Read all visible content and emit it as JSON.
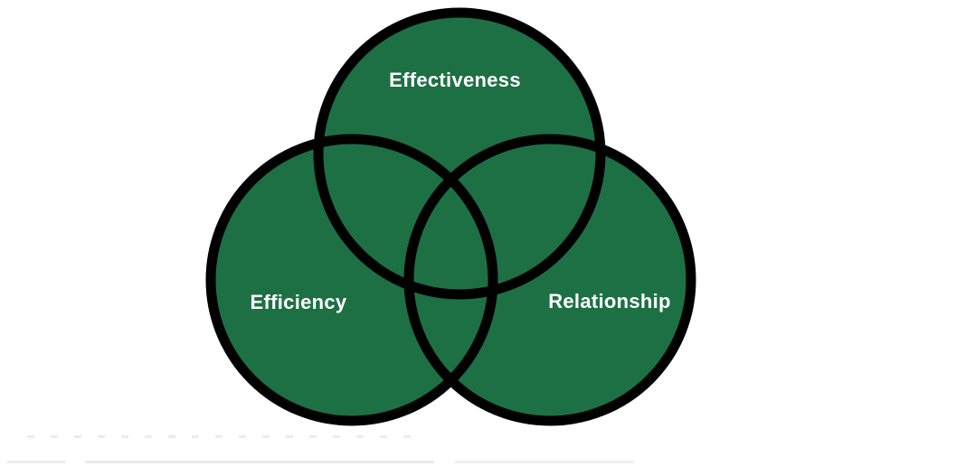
{
  "diagram": {
    "type": "venn",
    "sets": [
      {
        "id": "effectiveness",
        "label": "Effectiveness",
        "position": "top"
      },
      {
        "id": "efficiency",
        "label": "Efficiency",
        "position": "bottom-left"
      },
      {
        "id": "relationship",
        "label": "Relationship",
        "position": "bottom-right"
      }
    ]
  },
  "colors": {
    "circle_fill": "#1d7044",
    "circle_outline": "#000000",
    "label_text": "#ffffff",
    "background": "#ffffff"
  }
}
